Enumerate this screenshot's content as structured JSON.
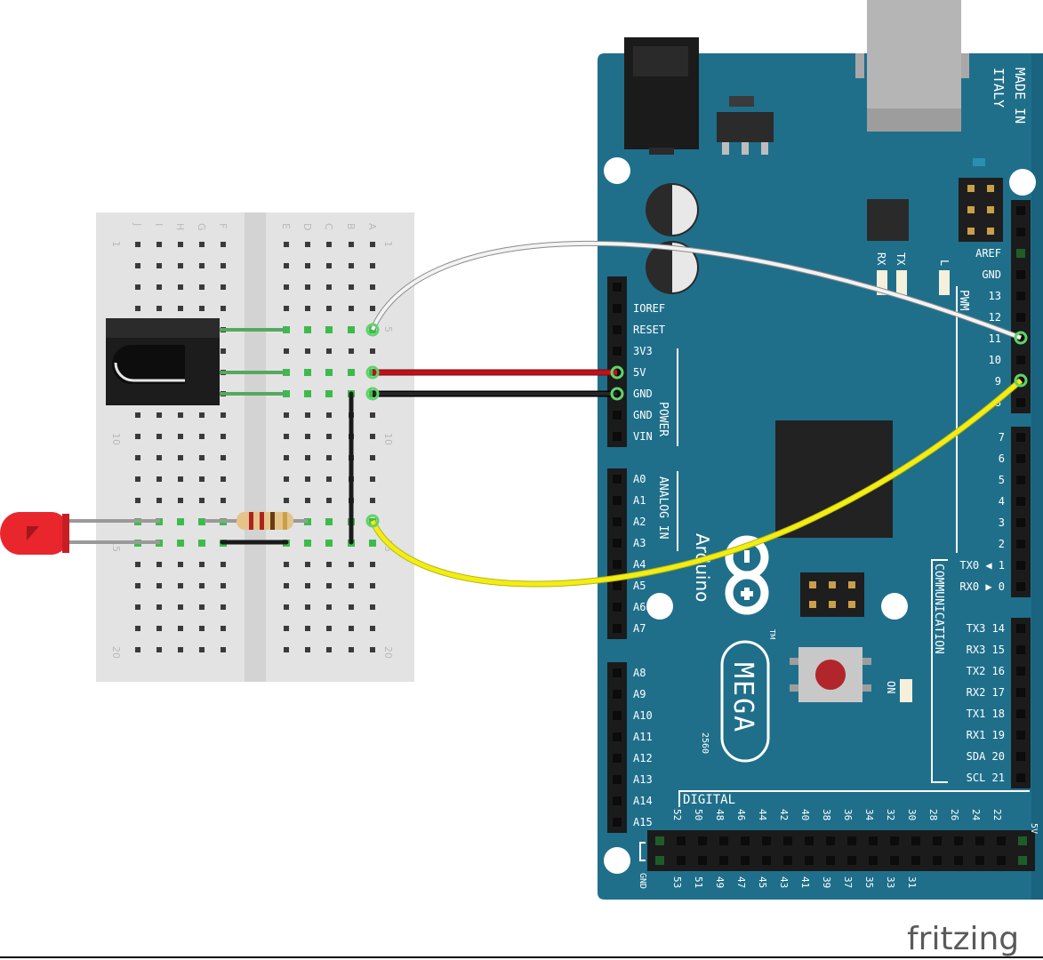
{
  "breadboard": {
    "row_numbers": [
      "1",
      "5",
      "10",
      "15",
      "20"
    ],
    "column_letters_left": [
      "J",
      "I",
      "H",
      "G",
      "F"
    ],
    "column_letters_right": [
      "E",
      "D",
      "C",
      "B",
      "A"
    ]
  },
  "arduino": {
    "made_in": [
      "MADE IN",
      "ITALY"
    ],
    "logo_text": "Arduino",
    "model": "MEGA",
    "sub_model": "2560",
    "tm": "TM",
    "power_label": "POWER",
    "analog_label": "ANALOG IN",
    "digital_label": "DIGITAL",
    "pwm_label": "PWM",
    "communication_label": "COMMUNICATION",
    "on_label": "ON",
    "led_labels": [
      "RX",
      "TX",
      "L"
    ],
    "power_pins": [
      "IOREF",
      "RESET",
      "3V3",
      "5V",
      "GND",
      "GND",
      "VIN"
    ],
    "analog_pins_a": [
      "A0",
      "A1",
      "A2",
      "A3",
      "A4",
      "A5",
      "A6",
      "A7"
    ],
    "analog_pins_b": [
      "A8",
      "A9",
      "A10",
      "A11",
      "A12",
      "A13",
      "A14",
      "A15"
    ],
    "right_top_pins": [
      "AREF",
      "GND",
      "13",
      "12",
      "11",
      "10",
      "9",
      "8"
    ],
    "right_mid_pins": [
      "7",
      "6",
      "5",
      "4",
      "3",
      "2",
      "TX0 ◀ 1",
      "RX0 ▶ 0"
    ],
    "comm_pins": [
      "TX3 14",
      "RX3 15",
      "TX2 16",
      "RX2 17",
      "TX1 18",
      "RX1 19",
      "SDA 20",
      "SCL 21"
    ],
    "digital_top": [
      "52",
      "50",
      "48",
      "46",
      "44",
      "42",
      "40",
      "38",
      "36",
      "34",
      "32",
      "30",
      "28",
      "26",
      "24",
      "22"
    ],
    "digital_bottom": [
      "53",
      "51",
      "49",
      "47",
      "45",
      "43",
      "41",
      "39",
      "37",
      "35",
      "33",
      "31"
    ],
    "gnd_label": "GND",
    "fivev_label": "5V"
  },
  "footer": {
    "brand": "fritzing"
  },
  "colors": {
    "board": "#1f6f8b",
    "wire_white": "#e8e8e8",
    "wire_red": "#c0111b",
    "wire_black": "#1a1a1a",
    "wire_yellow": "#f2ee14",
    "led_red": "#e8262c",
    "green_active": "#3dbb4a"
  }
}
